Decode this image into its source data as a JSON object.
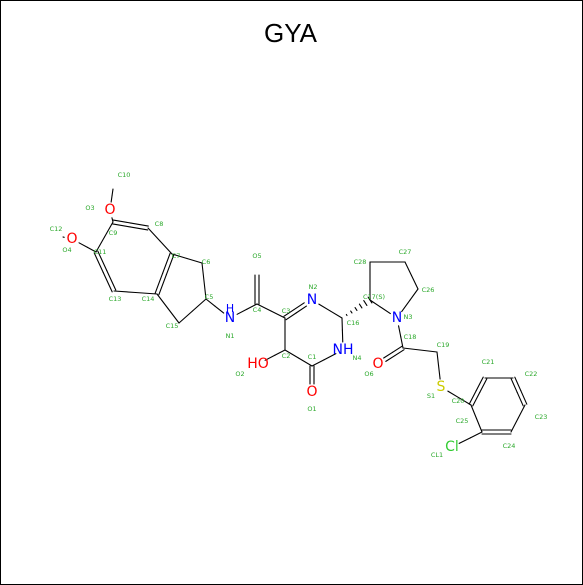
{
  "title": "GYA",
  "colors": {
    "O": "#ff0000",
    "N": "#0000ff",
    "S": "#cccc00",
    "Cl": "#33cc33",
    "label": "#2aa82a",
    "bond": "#000000"
  },
  "atom_symbols": {
    "O3": "O",
    "O4": "O",
    "N1": "H\nN",
    "N2": "N",
    "N3": "N",
    "N4": "NH",
    "O2": "HO",
    "O1": "O",
    "O6": "O",
    "S1": "S",
    "Cl1": "Cl"
  },
  "atom_labels": {
    "C10": "C10",
    "O3": "O3",
    "C12": "C12",
    "C9": "C9",
    "C8": "C8",
    "C11": "C11",
    "O4": "O4",
    "C7": "C7",
    "C6": "C6",
    "C13": "C13",
    "C14": "C14",
    "C5": "C5",
    "C15": "C15",
    "N1": "N1",
    "O5": "O5",
    "C4": "C4",
    "N2": "N2",
    "C3": "C3",
    "C16": "C16",
    "C17": "C17(S)",
    "C28": "C28",
    "C27": "C27",
    "C26": "C26",
    "N3": "N3",
    "C18": "C18",
    "C19": "C19",
    "C2": "C2",
    "C1": "C1",
    "N4": "N4",
    "O2": "O2",
    "O1": "O1",
    "O6": "O6",
    "C21": "C21",
    "C22": "C22",
    "S1": "S1",
    "C20": "C20",
    "C25": "C25",
    "C23": "C23",
    "C24": "C24",
    "Cl1": "CL1"
  }
}
